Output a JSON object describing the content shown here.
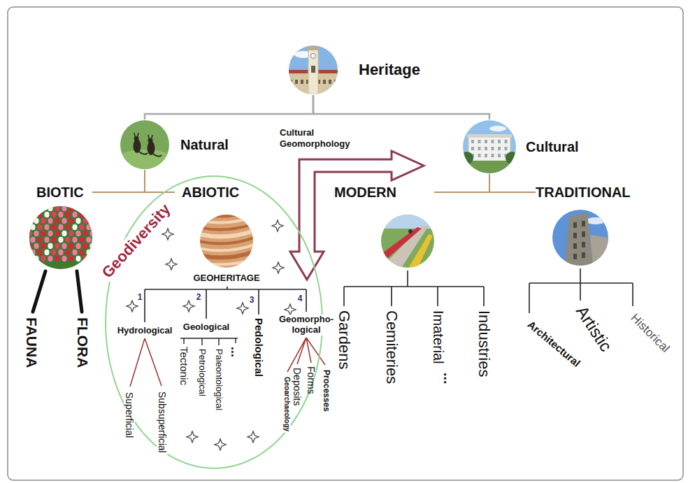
{
  "diagram": {
    "nodes": [
      {
        "text": [
          "Heritage"
        ]
      },
      {
        "text": [
          "Natural"
        ]
      },
      {
        "text": [
          "Cultural"
        ]
      },
      {
        "text": [
          "BIOTIC"
        ]
      },
      {
        "text": [
          "Geodiversity"
        ]
      },
      {
        "text": [
          "ABIOTIC",
          "GEOHERITAGE"
        ],
        "in": 4
      },
      {
        "text": [
          "MODERN"
        ]
      },
      {
        "text": [
          "TRADITIONAL"
        ]
      }
    ],
    "edges": [
      {
        "from": 0,
        "to": 1,
        "arrow": "none"
      },
      {
        "from": 0,
        "to": 2,
        "arrow": "none"
      },
      {
        "from": 1,
        "to": 3,
        "arrow": "none"
      },
      {
        "from": 1,
        "to": 5,
        "arrow": "none"
      },
      {
        "from": 2,
        "to": 6,
        "arrow": "none"
      },
      {
        "from": 2,
        "to": 7,
        "arrow": "none"
      }
    ],
    "labels": [
      "Cultural Geomorphology",
      "1",
      "2",
      "3",
      "4",
      "Hydrological",
      "Geological",
      "Pedological",
      "Geomorpho- logical",
      "FAUNA",
      "FLORA",
      "Superficial",
      "Subsuperficial",
      "Tectonic",
      "Petrological",
      "Paleontological",
      "...",
      "Geoarchaeology",
      "Deposits",
      "Forms",
      "Processes",
      "Gardens",
      "Cemiteries",
      "Imaterial",
      "...",
      "Industries",
      "Architectural",
      "Artistic",
      "Historical"
    ]
  }
}
